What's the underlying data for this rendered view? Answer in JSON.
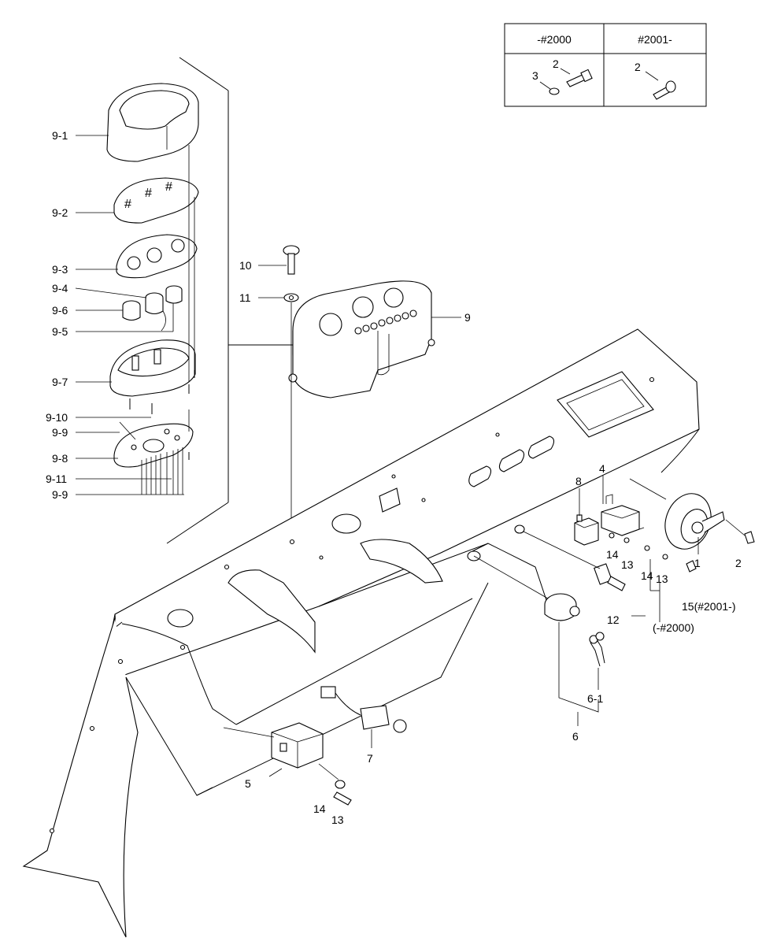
{
  "variant_table": {
    "headers": [
      "-#2000",
      "#2001-"
    ],
    "left_callouts": [
      "3",
      "2"
    ],
    "right_callouts": [
      "2"
    ]
  },
  "labels": {
    "p9_1": "9-1",
    "p9_2": "9-2",
    "p9_3": "9-3",
    "p9_4": "9-4",
    "p9_6": "9-6",
    "p9_5": "9-5",
    "p9_7": "9-7",
    "p9_10": "9-10",
    "p9_9a": "9-9",
    "p9_8": "9-8",
    "p9_11": "9-11",
    "p9_9b": "9-9",
    "p10": "10",
    "p11": "11",
    "p9": "9",
    "p8": "8",
    "p4": "4",
    "p1": "1",
    "p2": "2",
    "p14a": "14",
    "p13a": "13",
    "p14b": "14",
    "p13b": "13",
    "p15": "15(#2001-)",
    "p_2000": "(-#2000)",
    "p12": "12",
    "p6_1": "6-1",
    "p6": "6",
    "p7": "7",
    "p5": "5",
    "p14c": "14",
    "p13c": "13"
  }
}
